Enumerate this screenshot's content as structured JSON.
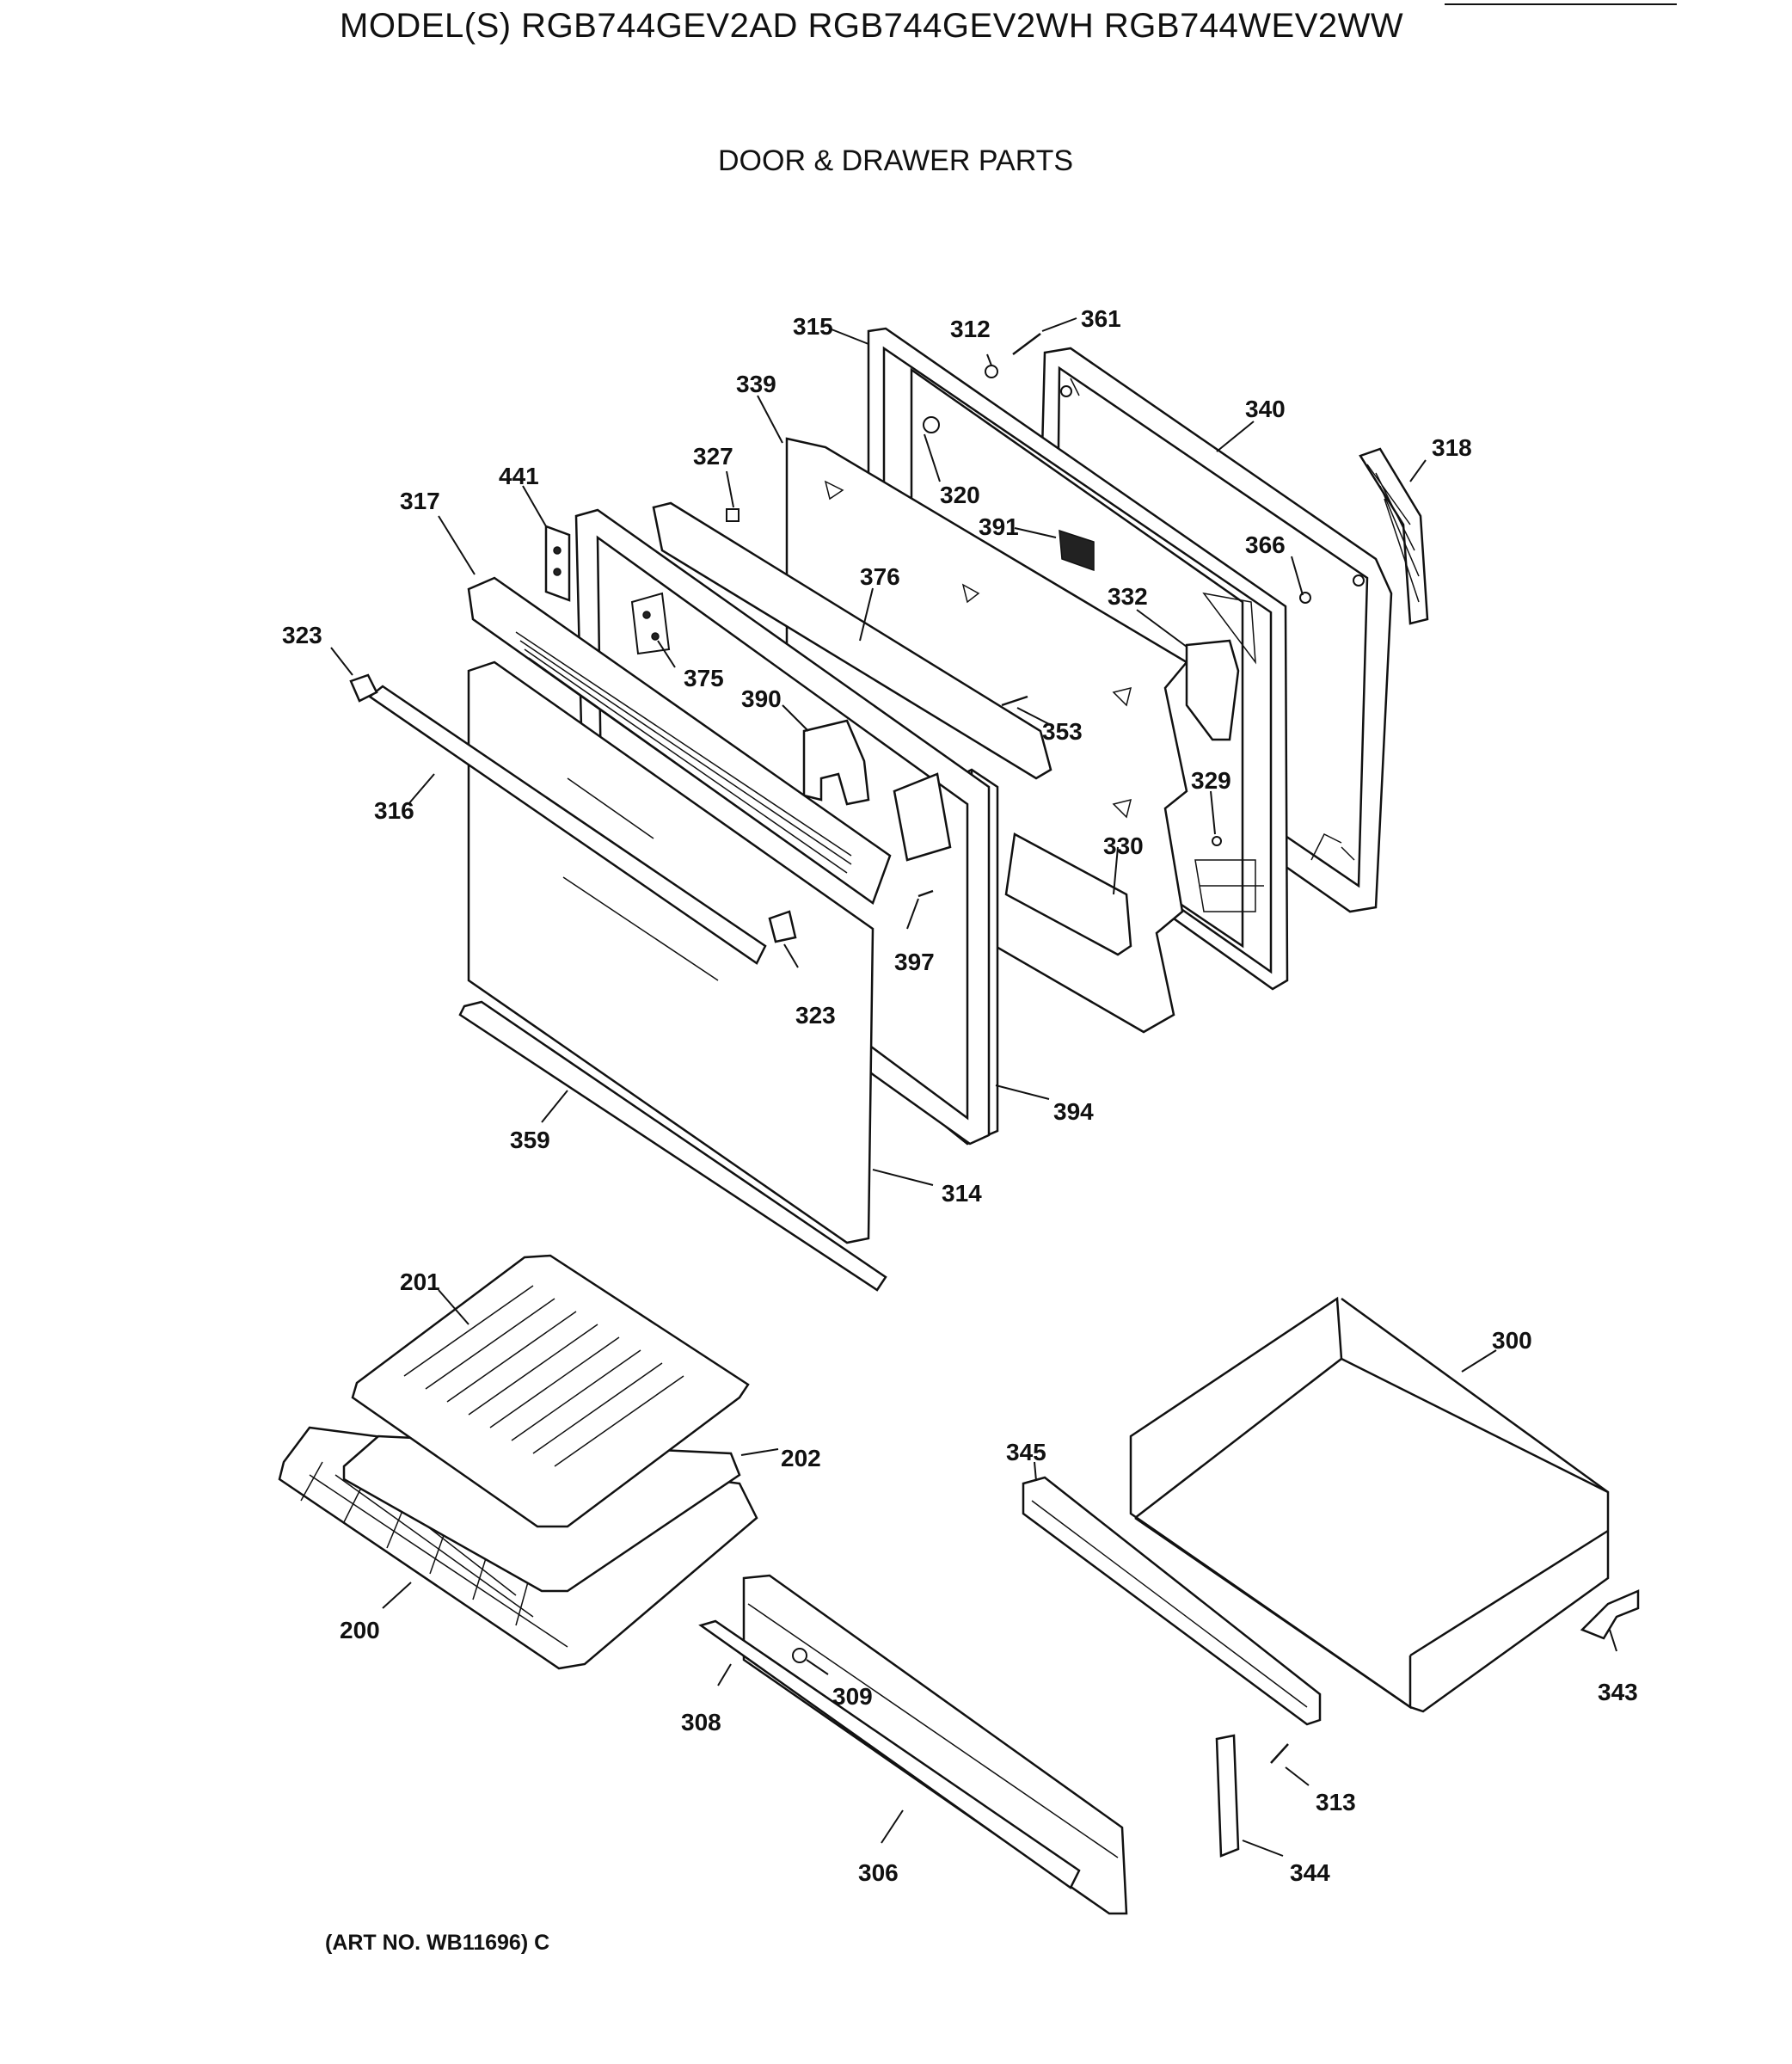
{
  "header": {
    "models": "MODEL(S) RGB744GEV2AD  RGB744GEV2WH  RGB744WEV2WW",
    "title": "DOOR & DRAWER PARTS"
  },
  "footer": {
    "art_no": "(ART NO. WB11696) C"
  },
  "callouts": {
    "c315": "315",
    "c312": "312",
    "c361": "361",
    "c339": "339",
    "c340": "340",
    "c318": "318",
    "c327": "327",
    "c320": "320",
    "c441": "441",
    "c317": "317",
    "c391": "391",
    "c366": "366",
    "c376": "376",
    "c332": "332",
    "c323a": "323",
    "c375": "375",
    "c390": "390",
    "c353": "353",
    "c316": "316",
    "c329": "329",
    "c330": "330",
    "c397": "397",
    "c323b": "323",
    "c394": "394",
    "c359": "359",
    "c314": "314",
    "c201": "201",
    "c300": "300",
    "c202": "202",
    "c345": "345",
    "c200": "200",
    "c309": "309",
    "c343": "343",
    "c308": "308",
    "c313": "313",
    "c306": "306",
    "c344": "344"
  }
}
